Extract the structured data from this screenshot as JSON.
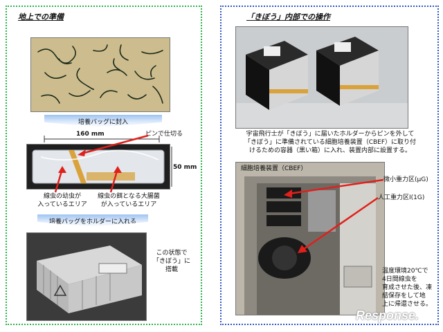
{
  "left": {
    "title": "地上での準備",
    "bag_arrow": "培養バッグに封入",
    "width_label": "160 mm",
    "height_label": "50 mm",
    "pin_label": "ピンで仕切る",
    "larva_label_l1": "線虫の幼虫が",
    "larva_label_l2": "入っているエリア",
    "bacteria_label_l1": "線虫の餌となる大腸菌",
    "bacteria_label_l2": "が入っているエリア",
    "holder_arrow": "培養バッグをホルダーに入れる",
    "state_l1": "この状態で",
    "state_l2": "「きぼう」に",
    "state_l3": "搭載"
  },
  "right": {
    "title": "「きぼう」内部での操作",
    "desc_l1": "宇宙飛行士が「きぼう」に届いたホルダーからピンを外して",
    "desc_l2": "「きぼう」に準備されている細胞培養装置（CBEF）に取り付",
    "desc_l3": "けるための容器（黒い箱）に入れ、装置内部に設置する。",
    "cbef_label": "細胞培養装置（CBEF）",
    "micro_label": "微小重力区(μG)",
    "artificial_label": "人工重力区I(1G)",
    "temp_l1": "温度環境20℃で",
    "temp_l2": "4日間線虫を",
    "temp_l3": "育成させた後、凍",
    "temp_l4": "結保存をして地",
    "temp_l5": "上に帰還させる。"
  },
  "watermark": "Response.",
  "colors": {
    "left_border": "#2ab34a",
    "right_border": "#2f55c8",
    "annotation": "#e0201b"
  }
}
